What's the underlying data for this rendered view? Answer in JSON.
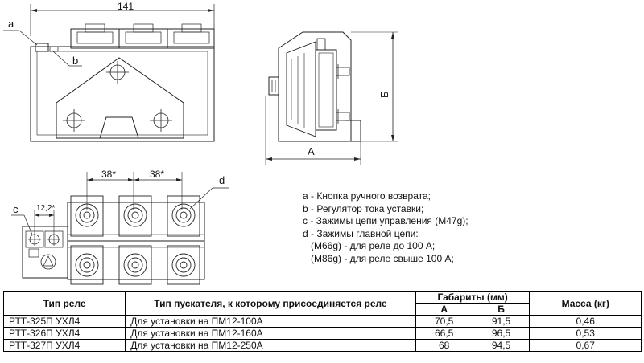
{
  "drawing": {
    "dim_width": "141",
    "dim_pitch_1": "38*",
    "dim_pitch_2": "38*",
    "dim_small": "12,2*",
    "label_a": "a",
    "label_b": "b",
    "label_c": "c",
    "label_d": "d",
    "dim_A": "А",
    "dim_B": "Б"
  },
  "legend": {
    "a": "a - Кнопка ручного возврата;",
    "b": "b - Регулятор тока уставки;",
    "c": "c - Зажимы цепи управления (М47g);",
    "d": "d - Зажимы главной цепи:",
    "d1": "(М66g) - для реле до 100 А;",
    "d2": "(М86g) - для реле свыше 100 А;"
  },
  "table": {
    "headers": {
      "relay_type": "Тип реле",
      "starter_type": "Тип пускателя, к которому присоединяется реле",
      "dimensions": "Габариты (мм)",
      "dim_a": "А",
      "dim_b": "Б",
      "mass": "Масса (кг)"
    },
    "rows": [
      {
        "type": "РТТ-325П УХЛ4",
        "starter": "Для установки на ПМ12-100А",
        "a": "70,5",
        "b": "91,5",
        "mass": "0,46"
      },
      {
        "type": "РТТ-326П УХЛ4",
        "starter": "Для установки на ПМ12-160А",
        "a": "66,5",
        "b": "96,5",
        "mass": "0,53"
      },
      {
        "type": "РТТ-327П УХЛ4",
        "starter": "Для установки на ПМ12-250А",
        "a": "68",
        "b": "94,5",
        "mass": "0,67"
      }
    ]
  }
}
